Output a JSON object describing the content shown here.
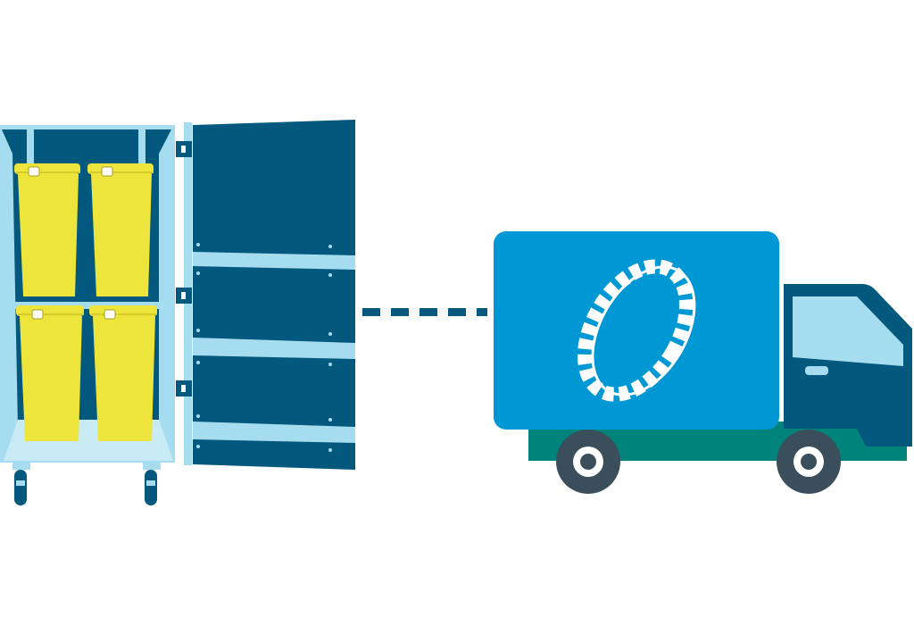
{
  "illustration": {
    "subject": "waste-container-transport",
    "colors": {
      "navy": "#02597d",
      "light_blue": "#a5dcef",
      "pale_blue": "#c9ebf6",
      "yellow": "#ede43c",
      "yellow_dark": "#d6cc2a",
      "truck_blue": "#0098d4",
      "truck_teal": "#00837a",
      "wheel_dark": "#3b4e5c",
      "white": "#ffffff"
    },
    "cabinet": {
      "door_state": "open",
      "container_count": 4,
      "shelf_count": 3,
      "hinge_count": 3,
      "caster_count": 2
    },
    "connector": {
      "style": "dashed",
      "dash_count": 5
    },
    "truck": {
      "logo": "ring-logo",
      "wheel_count": 2
    }
  }
}
